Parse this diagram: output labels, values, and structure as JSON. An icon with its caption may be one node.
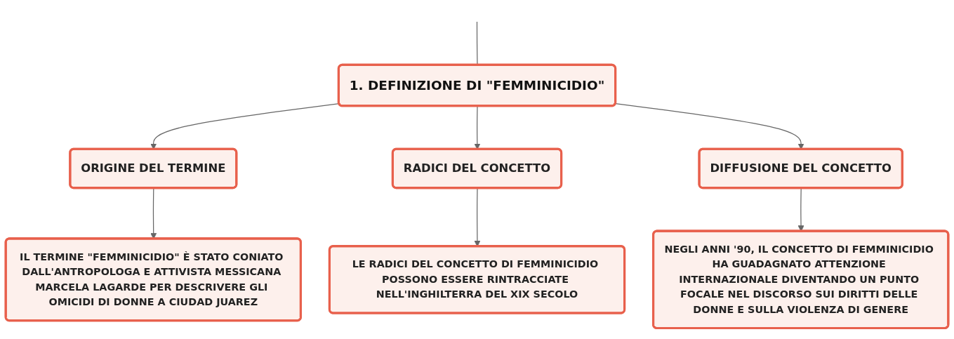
{
  "diagram": {
    "nodes": [
      {
        "text": [
          "1. DEFINIZIONE DI \"FEMMINICIDIO\""
        ]
      },
      {
        "text": [
          "ORIGINE DEL TERMINE"
        ]
      },
      {
        "text": [
          "RADICI DEL CONCETTO"
        ]
      },
      {
        "text": [
          "DIFFUSIONE DEL CONCETTO"
        ]
      },
      {
        "text": [
          "IL TERMINE \"FEMMINICIDIO\" È STATO CONIATO DALL'ANTROPOLOGA E ATTIVISTA MESSICANA MARCELA LAGARDE PER DESCRIVERE GLI OMICIDI DI DONNE A CIUDAD JUAREZ"
        ]
      },
      {
        "text": [
          "LE RADICI DEL CONCETTO DI FEMMINICIDIO POSSONO ESSERE RINTRACCIATE NELL'INGHILTERRA DEL XIX SECOLO"
        ]
      },
      {
        "text": [
          "NEGLI ANNI '90, IL CONCETTO DI FEMMINICIDIO HA GUADAGNATO ATTENZIONE INTERNAZIONALE DIVENTANDO UN PUNTO FOCALE NEL DISCORSO SUI DIRITTI DELLE DONNE E SULLA VIOLENZA DI GENERE"
        ]
      }
    ],
    "edges": [
      {
        "from": null,
        "to": 0,
        "arrow": "none"
      },
      {
        "from": 0,
        "to": 1,
        "arrow": "to"
      },
      {
        "from": 0,
        "to": 2,
        "arrow": "to"
      },
      {
        "from": 0,
        "to": 3,
        "arrow": "to"
      },
      {
        "from": 1,
        "to": 4,
        "arrow": "to"
      },
      {
        "from": 2,
        "to": 5,
        "arrow": "to"
      },
      {
        "from": 3,
        "to": 6,
        "arrow": "to"
      }
    ]
  }
}
